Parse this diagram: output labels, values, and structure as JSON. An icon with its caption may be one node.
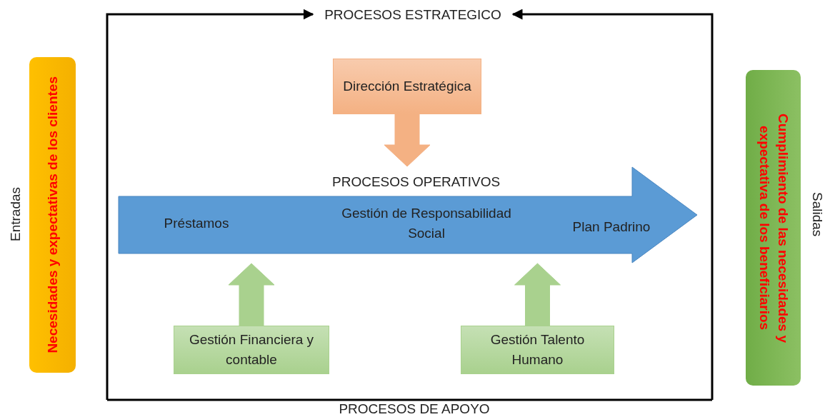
{
  "diagram": {
    "nodes": [
      {
        "text": [
          "PROCESOS ESTRATEGICO"
        ]
      },
      {
        "text": [
          "Dirección Estratégica"
        ]
      },
      {
        "text": [
          "PROCESOS OPERATIVOS"
        ]
      },
      {
        "text": [
          "Préstamos"
        ],
        "in": 2
      },
      {
        "text": [
          "Gestión de Responsabilidad Social"
        ],
        "in": 2
      },
      {
        "text": [
          "Plan Padrino"
        ],
        "in": 2
      },
      {
        "text": [
          "Gestión Financiera y contable"
        ]
      },
      {
        "text": [
          "Gestión Talento Humano"
        ]
      },
      {
        "text": [
          "Necesidades y expectativas de los clientes"
        ],
        "beside": [
          "Entradas"
        ]
      },
      {
        "text": [
          "Cumplimiento de las necesidades y expectativa de los beneficiarios"
        ],
        "beside": [
          "Salidas"
        ]
      }
    ],
    "edges": [
      {
        "from": null,
        "to": 0,
        "arrow": "to"
      },
      {
        "from": null,
        "to": 0,
        "arrow": "to"
      },
      {
        "from": 1,
        "to": 2,
        "arrow": "to",
        "style": "thick",
        "color": "#f4b183"
      },
      {
        "from": 6,
        "to": 2,
        "arrow": "to",
        "style": "thick",
        "color": "#a9d18e"
      },
      {
        "from": 7,
        "to": 2,
        "arrow": "to",
        "style": "thick",
        "color": "#a9d18e"
      }
    ],
    "labels": [
      "PROCESOS DE APOYO"
    ]
  }
}
